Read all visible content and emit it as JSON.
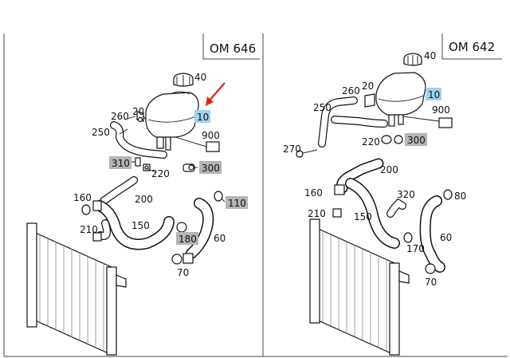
{
  "left_panel": {
    "engine_label": "OM 646",
    "highlighted_part": "10",
    "gray_parts": [
      "310",
      "300",
      "110",
      "180"
    ],
    "labels": [
      "40",
      "260",
      "20",
      "250",
      "900",
      "220",
      "200",
      "160",
      "150",
      "210",
      "60",
      "70"
    ]
  },
  "right_panel": {
    "engine_label": "OM 642",
    "highlighted_part": "10",
    "gray_parts": [
      "300"
    ],
    "labels": [
      "40",
      "260",
      "20",
      "250",
      "900",
      "270",
      "220",
      "200",
      "160",
      "320",
      "80",
      "210",
      "150",
      "170",
      "60",
      "70"
    ]
  },
  "colors": {
    "highlight": "#9fd3ef",
    "gray_box": "#b5b5b5",
    "arrow": "#e2231a"
  }
}
